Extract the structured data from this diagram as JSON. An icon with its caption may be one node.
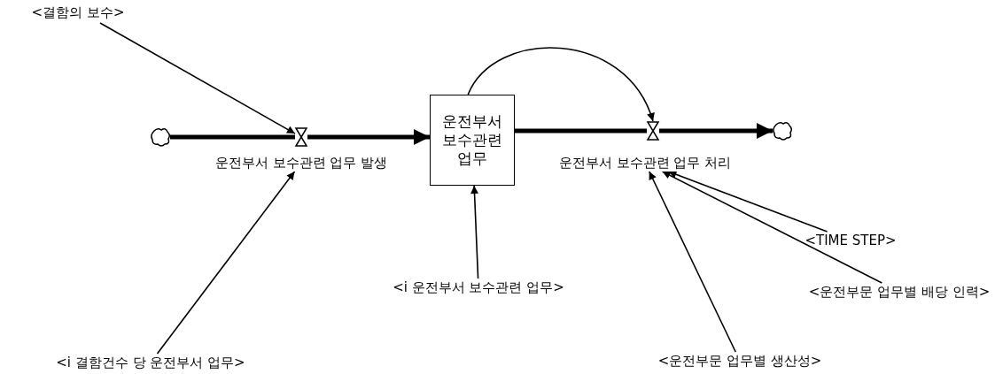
{
  "diagram": {
    "nodes": [
      {
        "text": [],
        "shape": "cloud"
      },
      {
        "text": [],
        "shape": "valve",
        "beside": [
          "운전부서 보수관련 업무 발생"
        ]
      },
      {
        "text": [
          "운전부서 보수관련 업무"
        ]
      },
      {
        "text": [],
        "shape": "valve",
        "beside": [
          "운전부서 보수관련 업무 처리"
        ]
      },
      {
        "text": [],
        "shape": "cloud"
      },
      {
        "text": [
          "<결함의 보수>"
        ]
      },
      {
        "text": [
          "<i 결함건수 당 운전부서 업무>"
        ]
      },
      {
        "text": [
          "<i 운전부서 보수관련 업무>"
        ]
      },
      {
        "text": [
          "<TIME STEP>"
        ]
      },
      {
        "text": [
          "<운전부문 업무별 배당 인력>"
        ]
      },
      {
        "text": [
          "<운전부문 업무별 생산성>"
        ]
      }
    ],
    "edges": [
      {
        "from": 0,
        "to": 1,
        "arrow": "none",
        "style": "thick"
      },
      {
        "from": 1,
        "to": 2,
        "arrow": "to",
        "style": "thick"
      },
      {
        "from": 2,
        "to": 3,
        "arrow": "none",
        "style": "thick"
      },
      {
        "from": 3,
        "to": 4,
        "arrow": "to",
        "style": "thick"
      },
      {
        "from": 5,
        "to": 1,
        "arrow": "to"
      },
      {
        "from": 6,
        "to": 1,
        "arrow": "to"
      },
      {
        "from": 7,
        "to": 2,
        "arrow": "to"
      },
      {
        "from": 2,
        "to": 3,
        "arrow": "to"
      },
      {
        "from": 8,
        "to": 3,
        "arrow": "to"
      },
      {
        "from": 9,
        "to": 3,
        "arrow": "to"
      },
      {
        "from": 10,
        "to": 3,
        "arrow": "to"
      }
    ]
  }
}
